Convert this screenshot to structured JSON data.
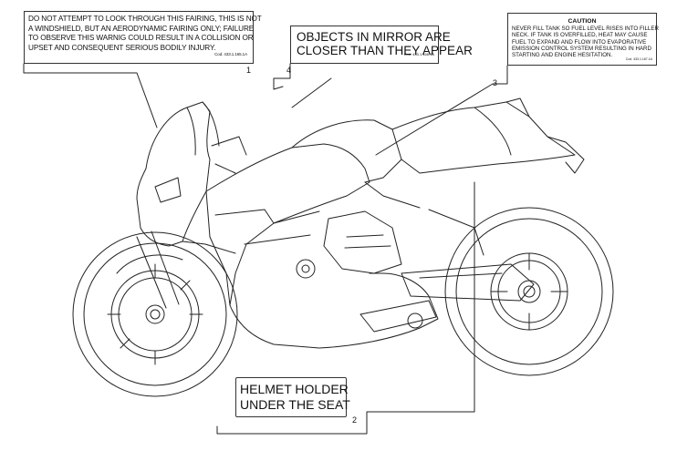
{
  "labels": {
    "label1": {
      "lines": [
        "DO NOT ATTEMPT TO LOOK THROUGH THIS FAIRING, THIS IS NOT",
        "A WINDSHIELD, BUT AN AERODYNAMIC FAIRING ONLY; FAILURE",
        "TO OBSERVE THIS WARNIG COULD RESULT IN A COLLISION OR",
        "UPSET AND CONSEQUENT SERIOUS BODILY INJURY."
      ],
      "code": "Cod. 433.1.165.1A",
      "number": "1"
    },
    "label4": {
      "lines": [
        "OBJECTS IN MIRROR ARE",
        "CLOSER THAN THEY APPEAR"
      ],
      "code": "Cod. 433.1.166.1A",
      "number": "4"
    },
    "label3": {
      "title": "CAUTION",
      "lines": [
        "NEVER FILL TANK SO FUEL LEVEL RISES INTO FILLER",
        "NECK. IF TANK IS OVERFILLED, HEAT MAY CAUSE",
        "FUEL TO EXPAND AND FLOW INTO EVAPORATIVE",
        "EMISSION CONTROL SYSTEM RESULTING IN HARD",
        "STARTING AND ENGINE HESITATION."
      ],
      "code": "Cod. 433.1.167.1A",
      "number": "3"
    },
    "label2": {
      "lines": [
        "HELMET HOLDER",
        "UNDER THE SEAT"
      ],
      "number": "2"
    }
  }
}
